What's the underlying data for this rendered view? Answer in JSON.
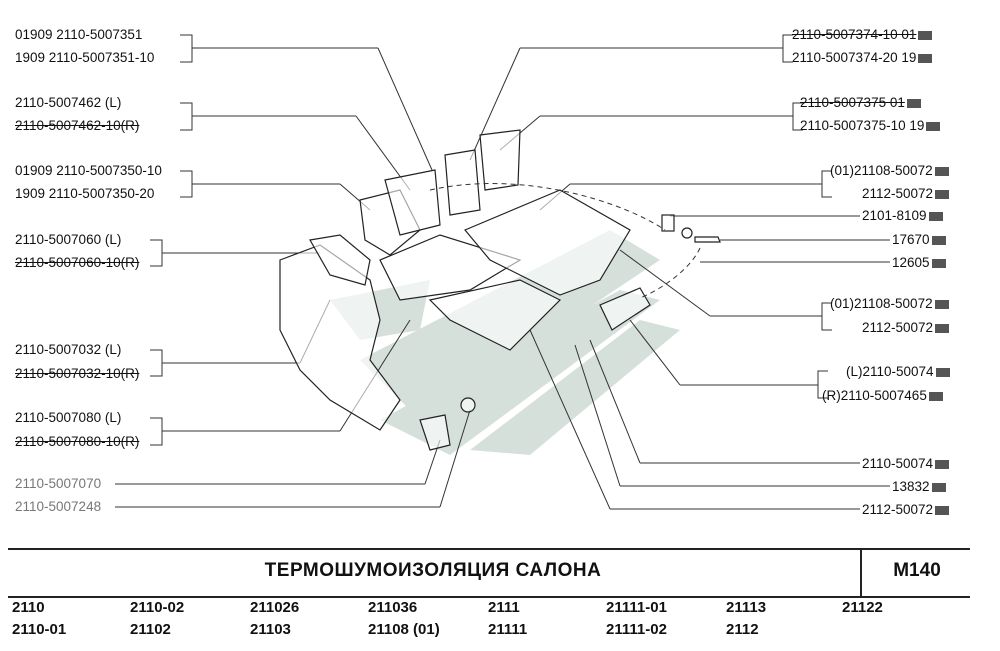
{
  "left_labels": [
    {
      "text": "01909   2110-5007351",
      "strike": false
    },
    {
      "text": "1909  2110-5007351-10",
      "strike": false
    },
    {
      "text": "2110-5007462     (L)",
      "strike": false
    },
    {
      "text": "2110-5007462-10(R)",
      "strike": true
    },
    {
      "text": "01909  2110-5007350-10",
      "strike": false
    },
    {
      "text": "1909    2110-5007350-20",
      "strike": false
    },
    {
      "text": "2110-5007060     (L)",
      "strike": false
    },
    {
      "text": "2110-5007060-10(R)",
      "strike": true
    },
    {
      "text": "2110-5007032     (L)",
      "strike": false
    },
    {
      "text": "2110-5007032-10(R)",
      "strike": true
    },
    {
      "text": "2110-5007080     (L)",
      "strike": false
    },
    {
      "text": "2110-5007080-10(R)",
      "strike": true
    },
    {
      "text": "2110-5007070",
      "strike": false
    },
    {
      "text": "2110-5007248",
      "strike": false
    }
  ],
  "right_labels": [
    {
      "text": "2110-5007374-10  01",
      "strike": true
    },
    {
      "text": "2110-5007374-20     19",
      "strike": false
    },
    {
      "text": "2110-5007375      01",
      "strike": true
    },
    {
      "text": "2110-5007375-10   19",
      "strike": false
    },
    {
      "text": "(01)21108-50072",
      "strike": false
    },
    {
      "text": "2112-50072",
      "strike": false
    },
    {
      "text": "2101-8109",
      "strike": false
    },
    {
      "text": "17670",
      "strike": false
    },
    {
      "text": "12605",
      "strike": false
    },
    {
      "text": "(01)21108-50072",
      "strike": false
    },
    {
      "text": "2112-50072",
      "strike": false
    },
    {
      "text": "(L)2110-50074",
      "strike": false
    },
    {
      "text": "(R)2110-5007465",
      "strike": false
    },
    {
      "text": "2110-50074",
      "strike": false
    },
    {
      "text": "13832",
      "strike": false
    },
    {
      "text": "2112-50072",
      "strike": false
    }
  ],
  "title": "ТЕРМОШУМОИЗОЛЯЦИЯ  САЛОНА",
  "page_code": "M140",
  "models": [
    [
      "2110",
      "2110-01"
    ],
    [
      "2110-02",
      "21102"
    ],
    [
      "211026",
      "21103"
    ],
    [
      "211036",
      "21108  (01)"
    ],
    [
      "2111",
      "21111"
    ],
    [
      "21111-01",
      "21111-02"
    ],
    [
      "21113",
      "2112"
    ],
    [
      "21122",
      ""
    ]
  ],
  "colors": {
    "line": "#333333",
    "watermark": "#b8c8c0",
    "text": "#111111"
  }
}
